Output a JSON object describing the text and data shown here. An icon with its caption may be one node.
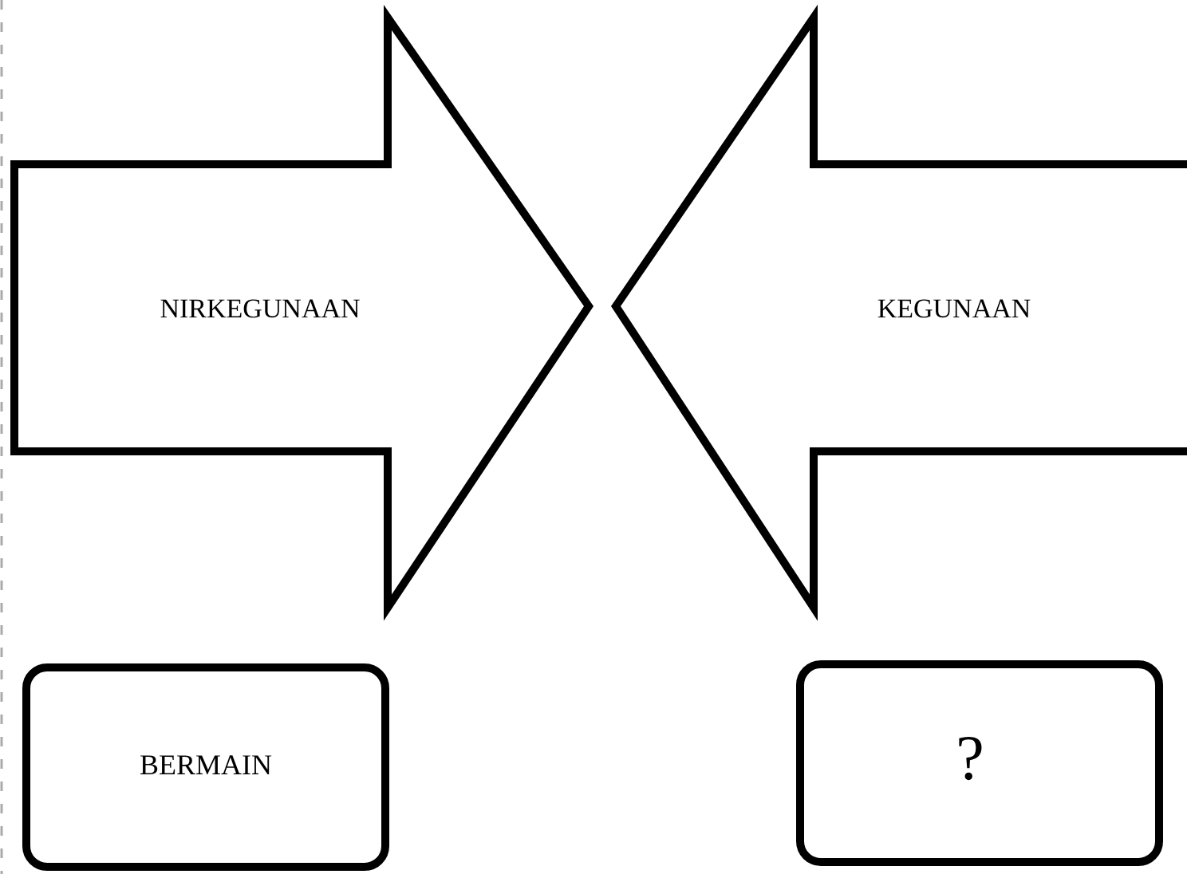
{
  "diagram": {
    "nodes": [
      {
        "text": [
          "NIRKEGUNAAN"
        ]
      },
      {
        "text": [
          "KEGUNAAN"
        ]
      },
      {
        "text": [
          "BERMAIN"
        ]
      },
      {
        "text": [
          "?"
        ]
      }
    ]
  }
}
